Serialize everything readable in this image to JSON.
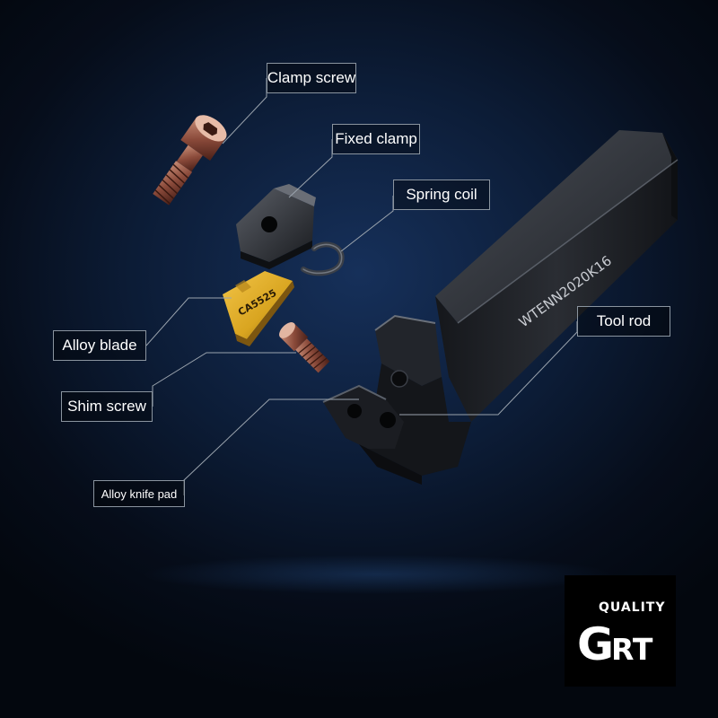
{
  "labels": {
    "clamp_screw": "Clamp screw",
    "fixed_clamp": "Fixed clamp",
    "spring_coil": "Spring coil",
    "tool_rod": "Tool rod",
    "alloy_blade": "Alloy blade",
    "shim_screw": "Shim screw",
    "alloy_knife_pad": "Alloy knife pad"
  },
  "markings": {
    "rod_text": "WTENN2020K16",
    "insert_text": "CA5525"
  },
  "logo": {
    "quality": "QUALITY",
    "g": "G",
    "rt": "RT"
  },
  "colors": {
    "background": "#0c1c36",
    "callout_border": "#8a949f",
    "callout_text": "#ffffff",
    "screw_bronze": "#8a4a3a",
    "insert_gold": "#d9a520",
    "tool_black": "#1a1c20"
  }
}
